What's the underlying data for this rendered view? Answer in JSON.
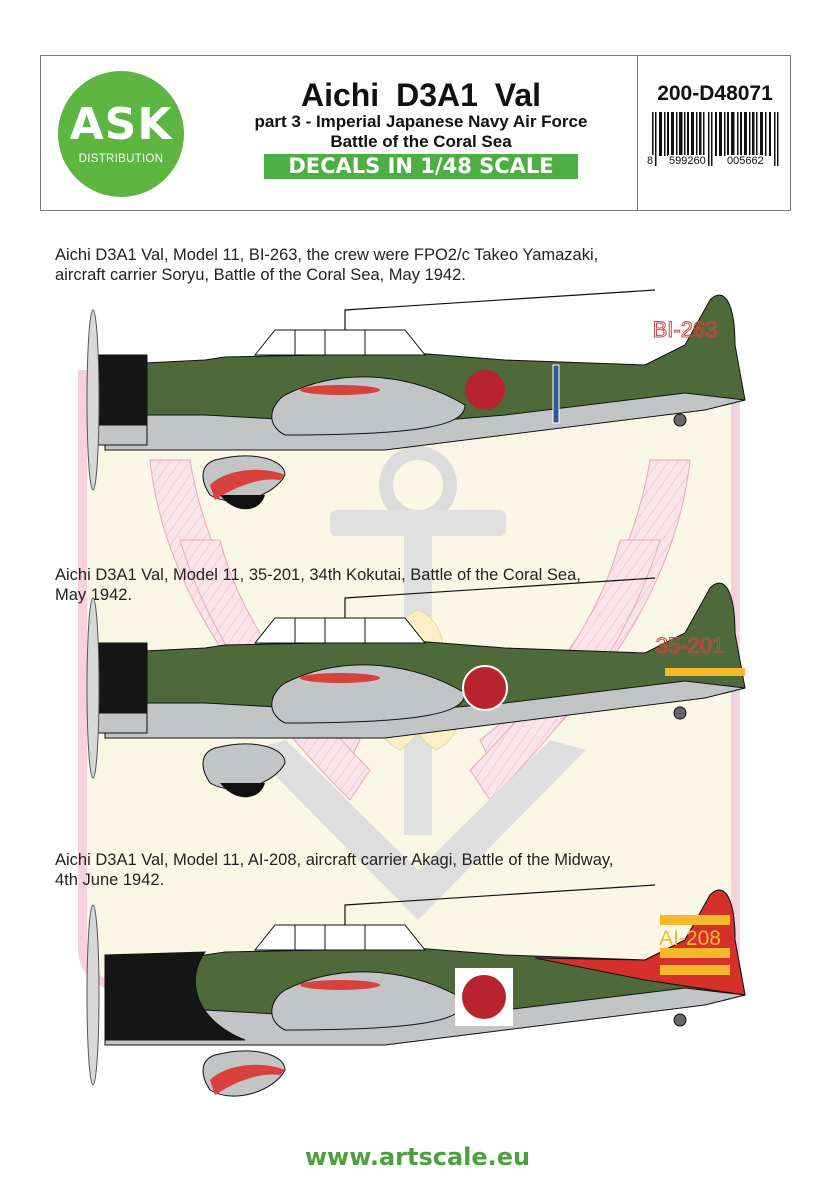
{
  "header": {
    "logo": {
      "brand": "ASK",
      "subtitle": "DISTRIBUTION",
      "color": "#5db542"
    },
    "title": "Aichi  D3A1 Val",
    "subtitle_line1": "part 3 - Imperial Japanese Navy Air Force",
    "subtitle_line2": "Battle of the Coral Sea",
    "scale_badge": "DECALS IN 1/48 SCALE",
    "product_code": "200-D48071",
    "barcode": {
      "digit_first": "8",
      "group1": "599260",
      "group2": "005662"
    }
  },
  "profiles": [
    {
      "caption_line1": "Aichi D3A1 Val, Model 11, BI-263, the crew were FPO2/c Takeo Yamazaki,",
      "caption_line2": "aircraft carrier Soryu, Battle of the Coral Sea, May 1942.",
      "tail_code": "BI-263",
      "tail_code_color": "#d8423e",
      "tail_color": "#4e6a3a",
      "fuselage_band": "blue-white",
      "hinomaru_border": "none"
    },
    {
      "caption_line1": "Aichi D3A1 Val, Model 11, 35-201, 34th Kokutai, Battle of the Coral Sea,",
      "caption_line2": "May 1942.",
      "tail_code": "35-201",
      "tail_code_color": "#d8423e",
      "tail_color": "#4e6a3a",
      "tail_stripe": "yellow",
      "hinomaru_border": "white"
    },
    {
      "caption_line1": "Aichi D3A1 Val, Model 11, AI-208, aircraft carrier Akagi, Battle of the Midway,",
      "caption_line2": "4th June 1942.",
      "tail_code": "AI-208",
      "tail_code_color": "#f6b92a",
      "tail_color": "#d6302b",
      "tail_stripe": "yellow-triple",
      "hinomaru_border": "white-square"
    }
  ],
  "colors": {
    "green": "#4e6a3a",
    "grey": "#c3c4c6",
    "hinomaru": "#b8242e",
    "cowl": "#151515",
    "accent_green": "#4caf44"
  },
  "footer": {
    "url": "www.artscale.eu"
  }
}
